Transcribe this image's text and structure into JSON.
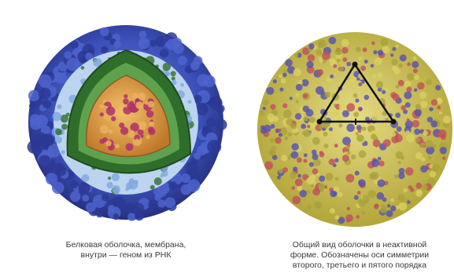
{
  "figures": [
    {
      "caption_lines": [
        "Белковая оболочка, мембрана,",
        "внутри — геном из РНК"
      ]
    },
    {
      "caption_lines": [
        "Общий вид оболочки в неактивной",
        "форме. Обозначены оси симметрии",
        "второго, третьего и пятого порядка"
      ]
    }
  ],
  "colors": {
    "capsid_blue": "#3b4fb8",
    "capsid_light": "#bcd4f0",
    "membrane_green": "#2f6e2a",
    "core_orange": "#d79a3c",
    "rna_magenta": "#b0306a",
    "shell_yellow": "#cfc24e",
    "shell_red": "#c0505a",
    "shell_purple": "#5550b0"
  }
}
